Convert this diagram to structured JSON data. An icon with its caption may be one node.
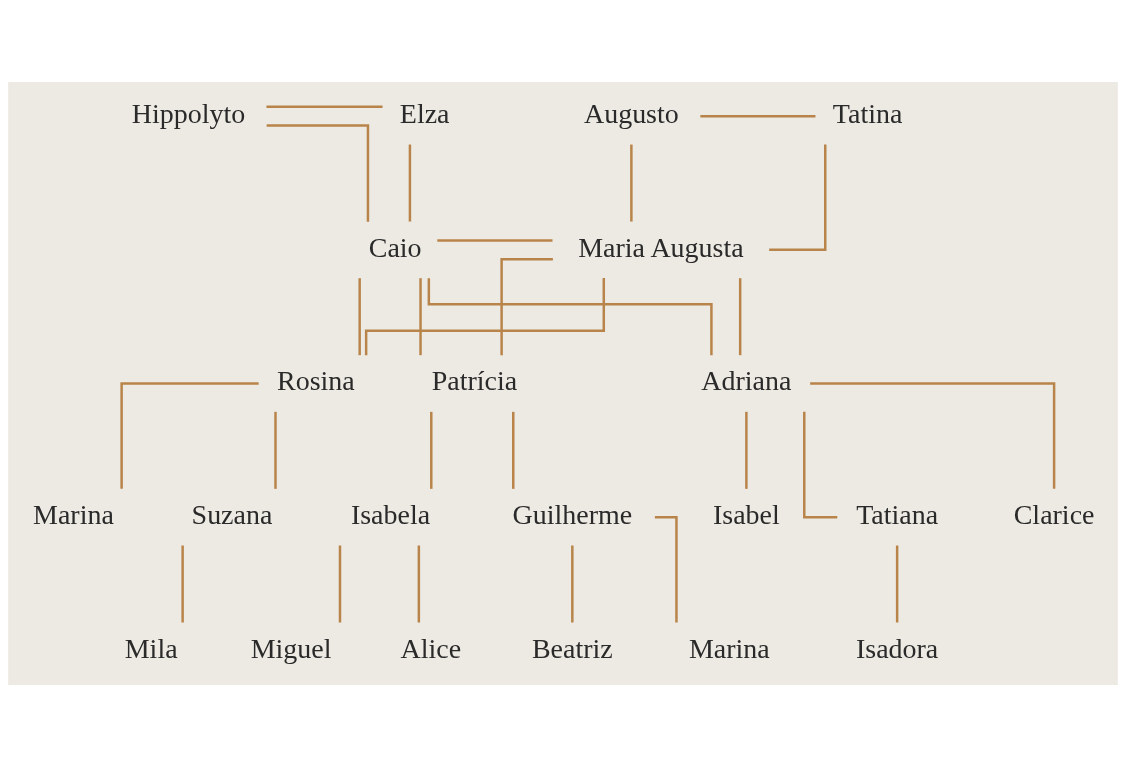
{
  "diagram": {
    "nodes": [
      {
        "text": [
          "Hippolyto"
        ]
      },
      {
        "text": [
          "Elza"
        ]
      },
      {
        "text": [
          "Augusto"
        ]
      },
      {
        "text": [
          "Tatina"
        ]
      },
      {
        "text": [
          "Caio"
        ]
      },
      {
        "text": [
          "Maria Augusta"
        ]
      },
      {
        "text": [
          "Rosina"
        ]
      },
      {
        "text": [
          "Patrícia"
        ]
      },
      {
        "text": [
          "Adriana"
        ]
      },
      {
        "text": [
          "Suzana"
        ]
      },
      {
        "text": [
          "Marina"
        ]
      },
      {
        "text": [
          "Guilherme"
        ]
      },
      {
        "text": [
          "Isabela"
        ]
      },
      {
        "text": [
          "Isabel"
        ]
      },
      {
        "text": [
          "Tatiana"
        ]
      },
      {
        "text": [
          "Clarice"
        ]
      },
      {
        "text": [
          "Mila"
        ]
      },
      {
        "text": [
          "Beatriz"
        ]
      },
      {
        "text": [
          "Marina"
        ]
      },
      {
        "text": [
          "Miguel"
        ]
      },
      {
        "text": [
          "Alice"
        ]
      },
      {
        "text": [
          "Isadora"
        ]
      }
    ],
    "edges": [
      {
        "from": 0,
        "to": 1,
        "arrow": "none"
      },
      {
        "from": 2,
        "to": 3,
        "arrow": "none"
      },
      {
        "from": 0,
        "to": 4,
        "arrow": "none"
      },
      {
        "from": 1,
        "to": 4,
        "arrow": "none"
      },
      {
        "from": 2,
        "to": 5,
        "arrow": "none"
      },
      {
        "from": 3,
        "to": 5,
        "arrow": "none"
      },
      {
        "from": 4,
        "to": 5,
        "arrow": "none"
      },
      {
        "from": 4,
        "to": 6,
        "arrow": "none"
      },
      {
        "from": 5,
        "to": 6,
        "arrow": "none"
      },
      {
        "from": 4,
        "to": 7,
        "arrow": "none"
      },
      {
        "from": 5,
        "to": 7,
        "arrow": "none"
      },
      {
        "from": 4,
        "to": 8,
        "arrow": "none"
      },
      {
        "from": 5,
        "to": 8,
        "arrow": "none"
      },
      {
        "from": 6,
        "to": 9,
        "arrow": "none"
      },
      {
        "from": 6,
        "to": 10,
        "arrow": "none"
      },
      {
        "from": 7,
        "to": 11,
        "arrow": "none"
      },
      {
        "from": 7,
        "to": 12,
        "arrow": "none"
      },
      {
        "from": 8,
        "to": 13,
        "arrow": "none"
      },
      {
        "from": 8,
        "to": 14,
        "arrow": "none"
      },
      {
        "from": 8,
        "to": 15,
        "arrow": "none"
      },
      {
        "from": 9,
        "to": 16,
        "arrow": "none"
      },
      {
        "from": 11,
        "to": 17,
        "arrow": "none"
      },
      {
        "from": 11,
        "to": 18,
        "arrow": "none"
      },
      {
        "from": 12,
        "to": 19,
        "arrow": "none"
      },
      {
        "from": 12,
        "to": 20,
        "arrow": "none"
      },
      {
        "from": 14,
        "to": 21,
        "arrow": "none"
      }
    ]
  }
}
